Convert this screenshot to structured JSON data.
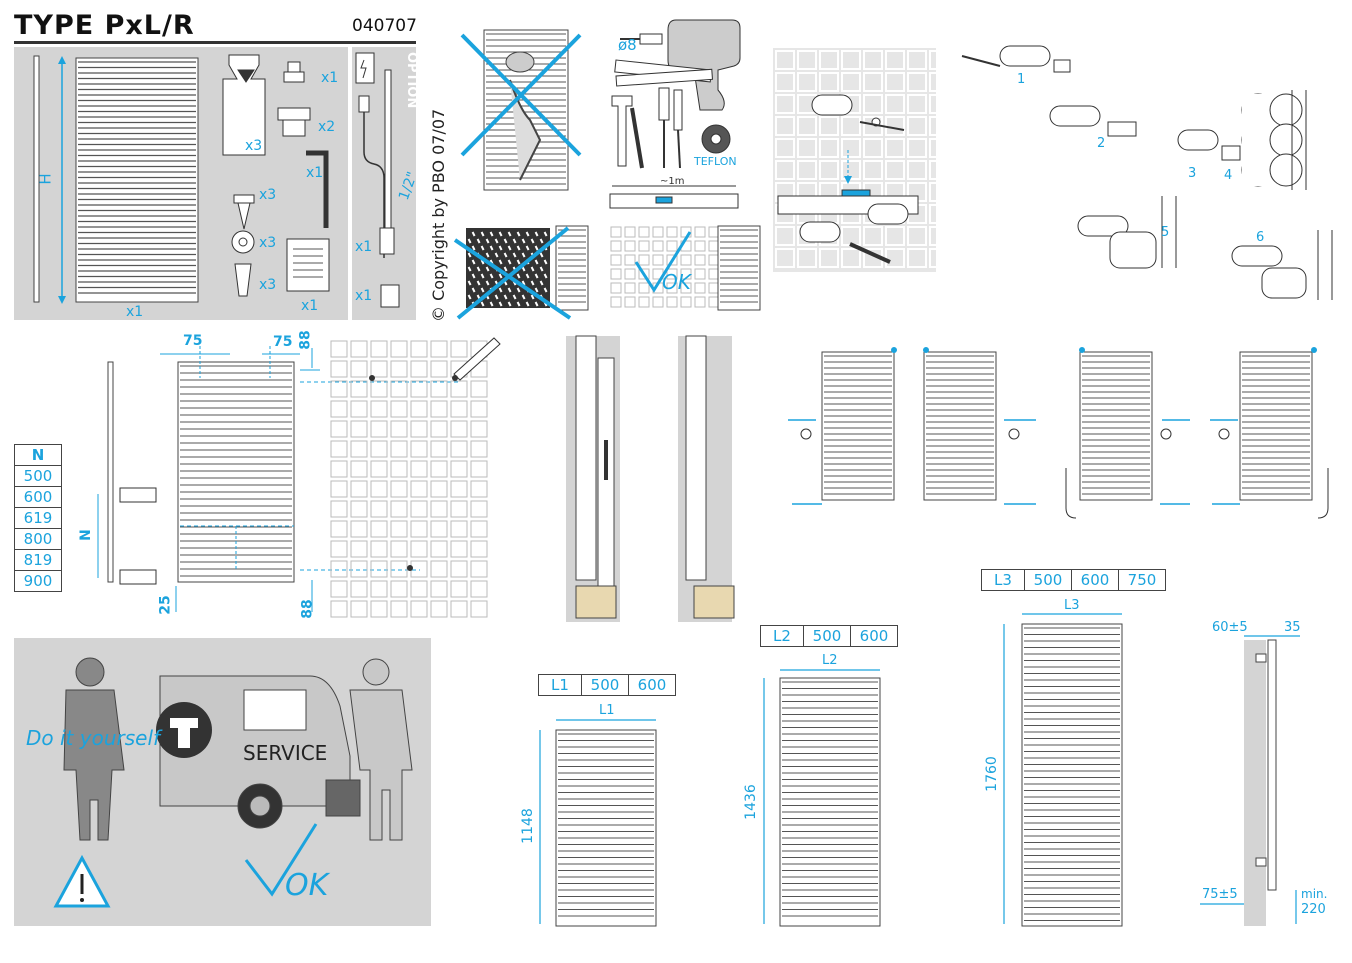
{
  "header": {
    "title": "TYPE  PxL/R",
    "code": "040707",
    "option_label": "OPTION",
    "copyright": "© Copyright by PBO 07/07"
  },
  "parts": {
    "qty_rail": "x1",
    "qty_valve_cover": "x3",
    "qty_plug": "x1",
    "qty_nut": "x2",
    "qty_allen_key": "x1",
    "qty_screw": "x3",
    "qty_washer": "x3",
    "qty_anchor": "x3",
    "qty_manual": "x1",
    "qty_heater": "x1",
    "qty_thermostat": "x1",
    "height_label": "H",
    "half_inch": "1/2\""
  },
  "tools": {
    "drill_size": "ø8",
    "teflon": "TEFLON",
    "level_length": "~1m"
  },
  "ok_label": "OK",
  "steps": [
    "1",
    "2",
    "3",
    "4",
    "5",
    "6"
  ],
  "mounting": {
    "dim_75_left": "75",
    "dim_75_right": "75",
    "dim_88_top": "88",
    "dim_88_bottom": "88",
    "dim_25": "25",
    "dim_n": "N",
    "n_table": {
      "header": "N",
      "values": [
        "500",
        "600",
        "619",
        "800",
        "819",
        "900"
      ]
    }
  },
  "service": {
    "diy": "Do it yourself",
    "van_text": "SERVICE"
  },
  "sizes": {
    "l1": {
      "label": "L1",
      "widths": [
        "500",
        "600"
      ],
      "height": "1148"
    },
    "l2": {
      "label": "L2",
      "widths": [
        "500",
        "600"
      ],
      "height": "1436"
    },
    "l3": {
      "label": "L3",
      "widths": [
        "500",
        "600",
        "750"
      ],
      "height": "1760"
    }
  },
  "side_dims": {
    "offset": "60±5",
    "depth": "35",
    "bottom_offset": "75±5",
    "min_label": "min.",
    "min_value": "220"
  },
  "colors": {
    "accent": "#1ba3dd",
    "panel_gray": "#d4d4d4",
    "line": "#333333"
  }
}
